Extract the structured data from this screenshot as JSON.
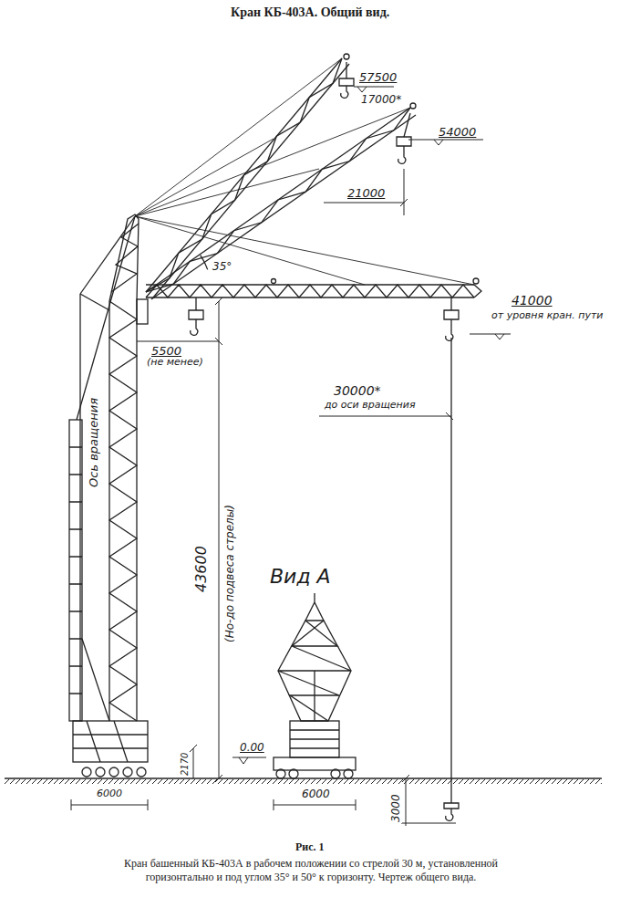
{
  "diagram": {
    "title": "Кран КБ-403А. Общий вид.",
    "caption": "Кран башенный КБ-403А в рабочем положении со стрелой 30 м, установленной горизонтально и под углом 35° и 50° к горизонту. Чертеж общего вида.",
    "labels": [
      "57500",
      "17000*",
      "54000",
      "21000",
      "35°",
      "5500",
      "(не менее)",
      "Ось вращения",
      "43600",
      "(Но-до подвеса стрелы)",
      "41000",
      "от уровня кран. пути",
      "30000*",
      "до оси вращения",
      "Вид А",
      "0.00",
      "2170",
      "6000",
      "6000",
      "3000",
      "Рис. 1"
    ]
  }
}
